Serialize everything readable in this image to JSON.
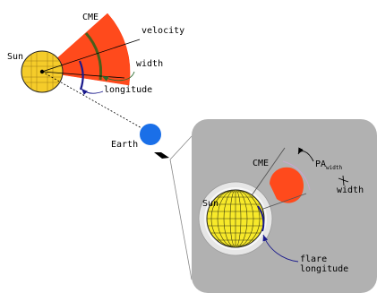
{
  "top_view": {
    "sun_label": "Sun",
    "cme_label": "CME",
    "velocity_label": "velocity",
    "width_label": "width",
    "longitude_label": "longitude"
  },
  "earth_label": "Earth",
  "inset_view": {
    "cme_label": "CME",
    "pa_label": "PA",
    "pa_subscript": "width",
    "width_label": "width",
    "sun_label": "Sun",
    "flare_label_line1": "flare",
    "flare_label_line2": "longitude"
  },
  "colors": {
    "cme": "#ff4a1c",
    "sun": "#f5cc2a",
    "earth": "#1a6fe8",
    "panel": "#b1b1b1",
    "width_arc": "#4a5e1a",
    "longitude_arc": "#1a1a8c",
    "pa_arc": "#c9a7cf"
  }
}
